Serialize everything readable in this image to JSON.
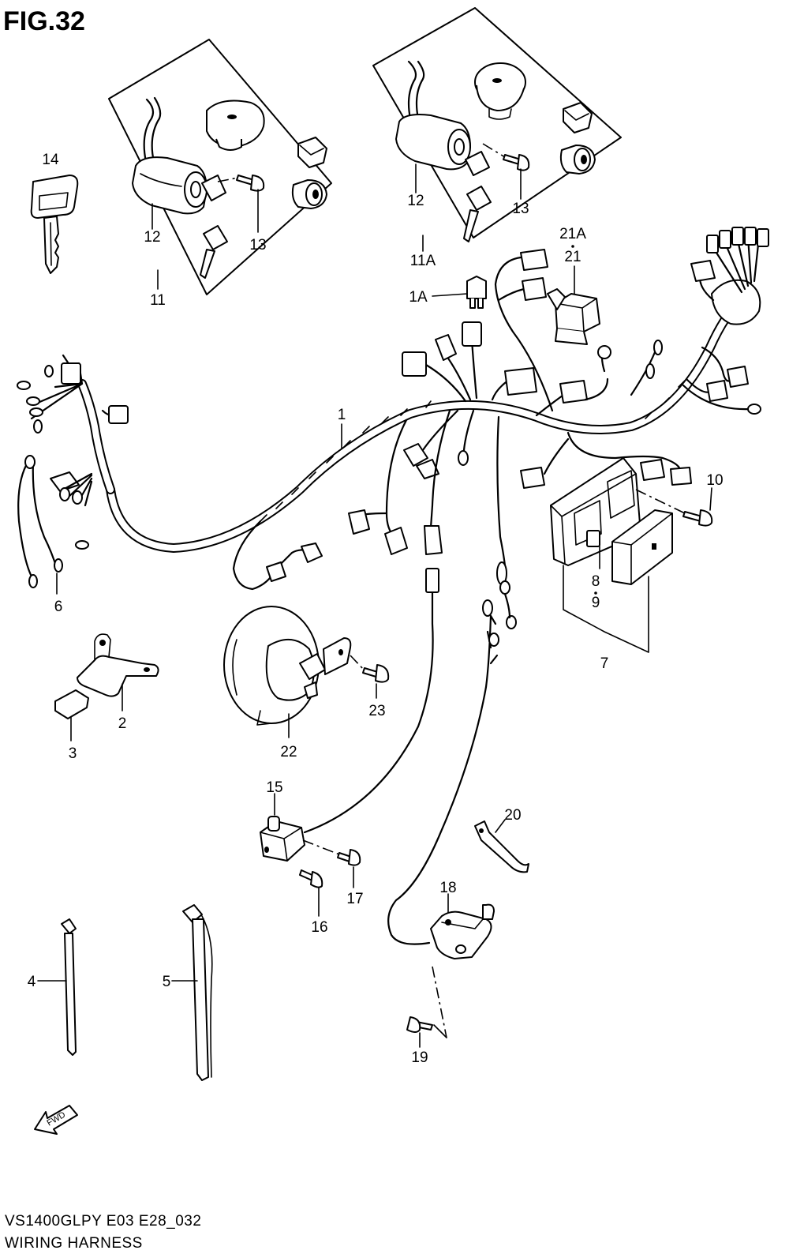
{
  "figure": {
    "title": "FIG.32",
    "model_code": "VS1400GLPY E03 E28_032",
    "caption": "WIRING HARNESS",
    "direction_label": "FWD"
  },
  "callouts": [
    {
      "id": "c14",
      "label": "14"
    },
    {
      "id": "c12a",
      "label": "12"
    },
    {
      "id": "c13a",
      "label": "13"
    },
    {
      "id": "c11",
      "label": "11"
    },
    {
      "id": "c12b",
      "label": "12"
    },
    {
      "id": "c13b",
      "label": "13"
    },
    {
      "id": "c11A",
      "label": "11A"
    },
    {
      "id": "c21A",
      "label": "21A"
    },
    {
      "id": "c21",
      "label": "21"
    },
    {
      "id": "c1A",
      "label": "1A"
    },
    {
      "id": "c1",
      "label": "1"
    },
    {
      "id": "c6",
      "label": "6"
    },
    {
      "id": "c10",
      "label": "10"
    },
    {
      "id": "c8",
      "label": "8"
    },
    {
      "id": "c9",
      "label": "9"
    },
    {
      "id": "c7",
      "label": "7"
    },
    {
      "id": "c2",
      "label": "2"
    },
    {
      "id": "c3",
      "label": "3"
    },
    {
      "id": "c23",
      "label": "23"
    },
    {
      "id": "c22",
      "label": "22"
    },
    {
      "id": "c15",
      "label": "15"
    },
    {
      "id": "c20",
      "label": "20"
    },
    {
      "id": "c17",
      "label": "17"
    },
    {
      "id": "c16",
      "label": "16"
    },
    {
      "id": "c18",
      "label": "18"
    },
    {
      "id": "c4",
      "label": "4"
    },
    {
      "id": "c5",
      "label": "5"
    },
    {
      "id": "c19",
      "label": "19"
    }
  ]
}
